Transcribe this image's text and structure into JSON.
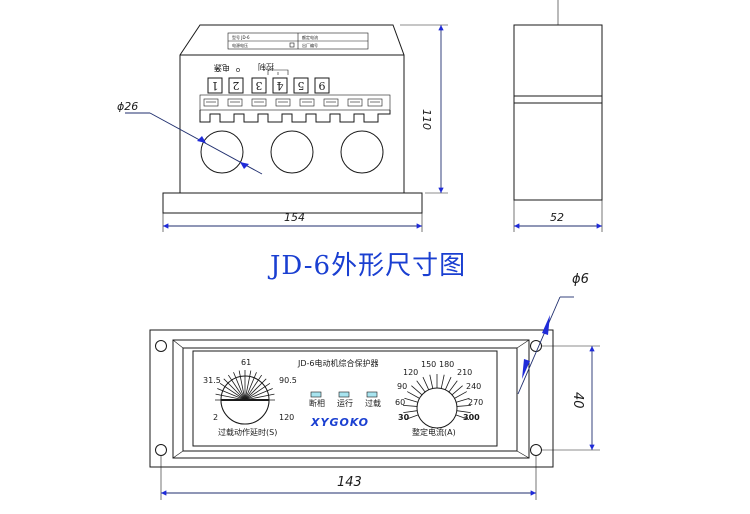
{
  "title": "JD-6外形尺寸图",
  "top_view": {
    "dimensions": {
      "diameter": "ϕ26",
      "height": "110",
      "width": "154"
    },
    "terminals": [
      "1",
      "2",
      "3",
      "4",
      "5",
      "6"
    ],
    "terminal_labels": {
      "power": "电源",
      "control": "控制"
    },
    "label_plate": [
      "型号 JD-6",
      "额定电流",
      "电源电压",
      "出厂编号"
    ]
  },
  "side_view": {
    "dimensions": {
      "width": "52"
    }
  },
  "front_view": {
    "dimensions": {
      "hole": "ϕ6",
      "height": "40",
      "width": "143"
    },
    "panel_title": "JD-6电动机综合保护器",
    "brand": "XYGOKO",
    "indicators": [
      "断相",
      "运行",
      "过载"
    ],
    "time_dial": {
      "caption": "过载动作延时(S)",
      "ticks": [
        "2",
        "31.5",
        "61",
        "90.5",
        "120"
      ]
    },
    "current_dial": {
      "caption": "整定电流(A)",
      "ticks": [
        "30",
        "60",
        "90",
        "120",
        "150",
        "180",
        "210",
        "240",
        "270",
        "300"
      ]
    }
  }
}
